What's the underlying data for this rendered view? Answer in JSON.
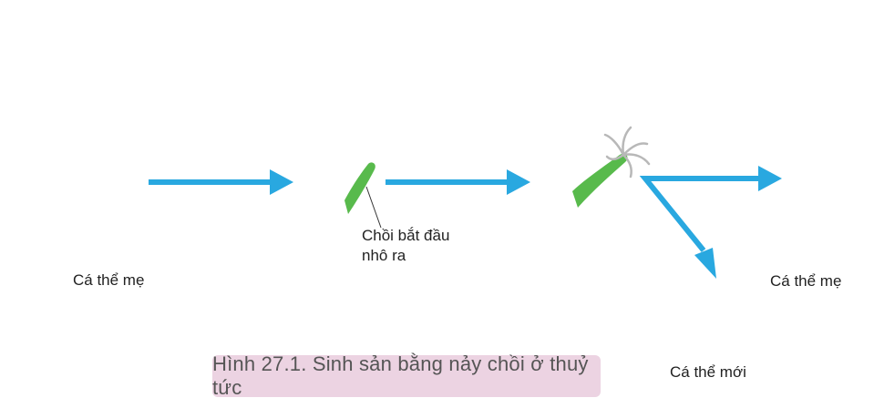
{
  "labels": {
    "mother_1": "Cá thể mẹ",
    "bud_line1": "Chồi bắt đầu",
    "bud_line2": "nhô ra",
    "mother_2": "Cá thể mẹ",
    "new_individual": "Cá thể mới"
  },
  "caption": "Hình 27.1. Sinh sản bằng nảy chồi ở thuỷ tức",
  "colors": {
    "hydra_body": "#4fb446",
    "hydra_dark": "#2f8a2e",
    "tentacle": "#7fbf74",
    "arrow": "#29a8e0",
    "caption_bg": "#ecd3e2"
  }
}
